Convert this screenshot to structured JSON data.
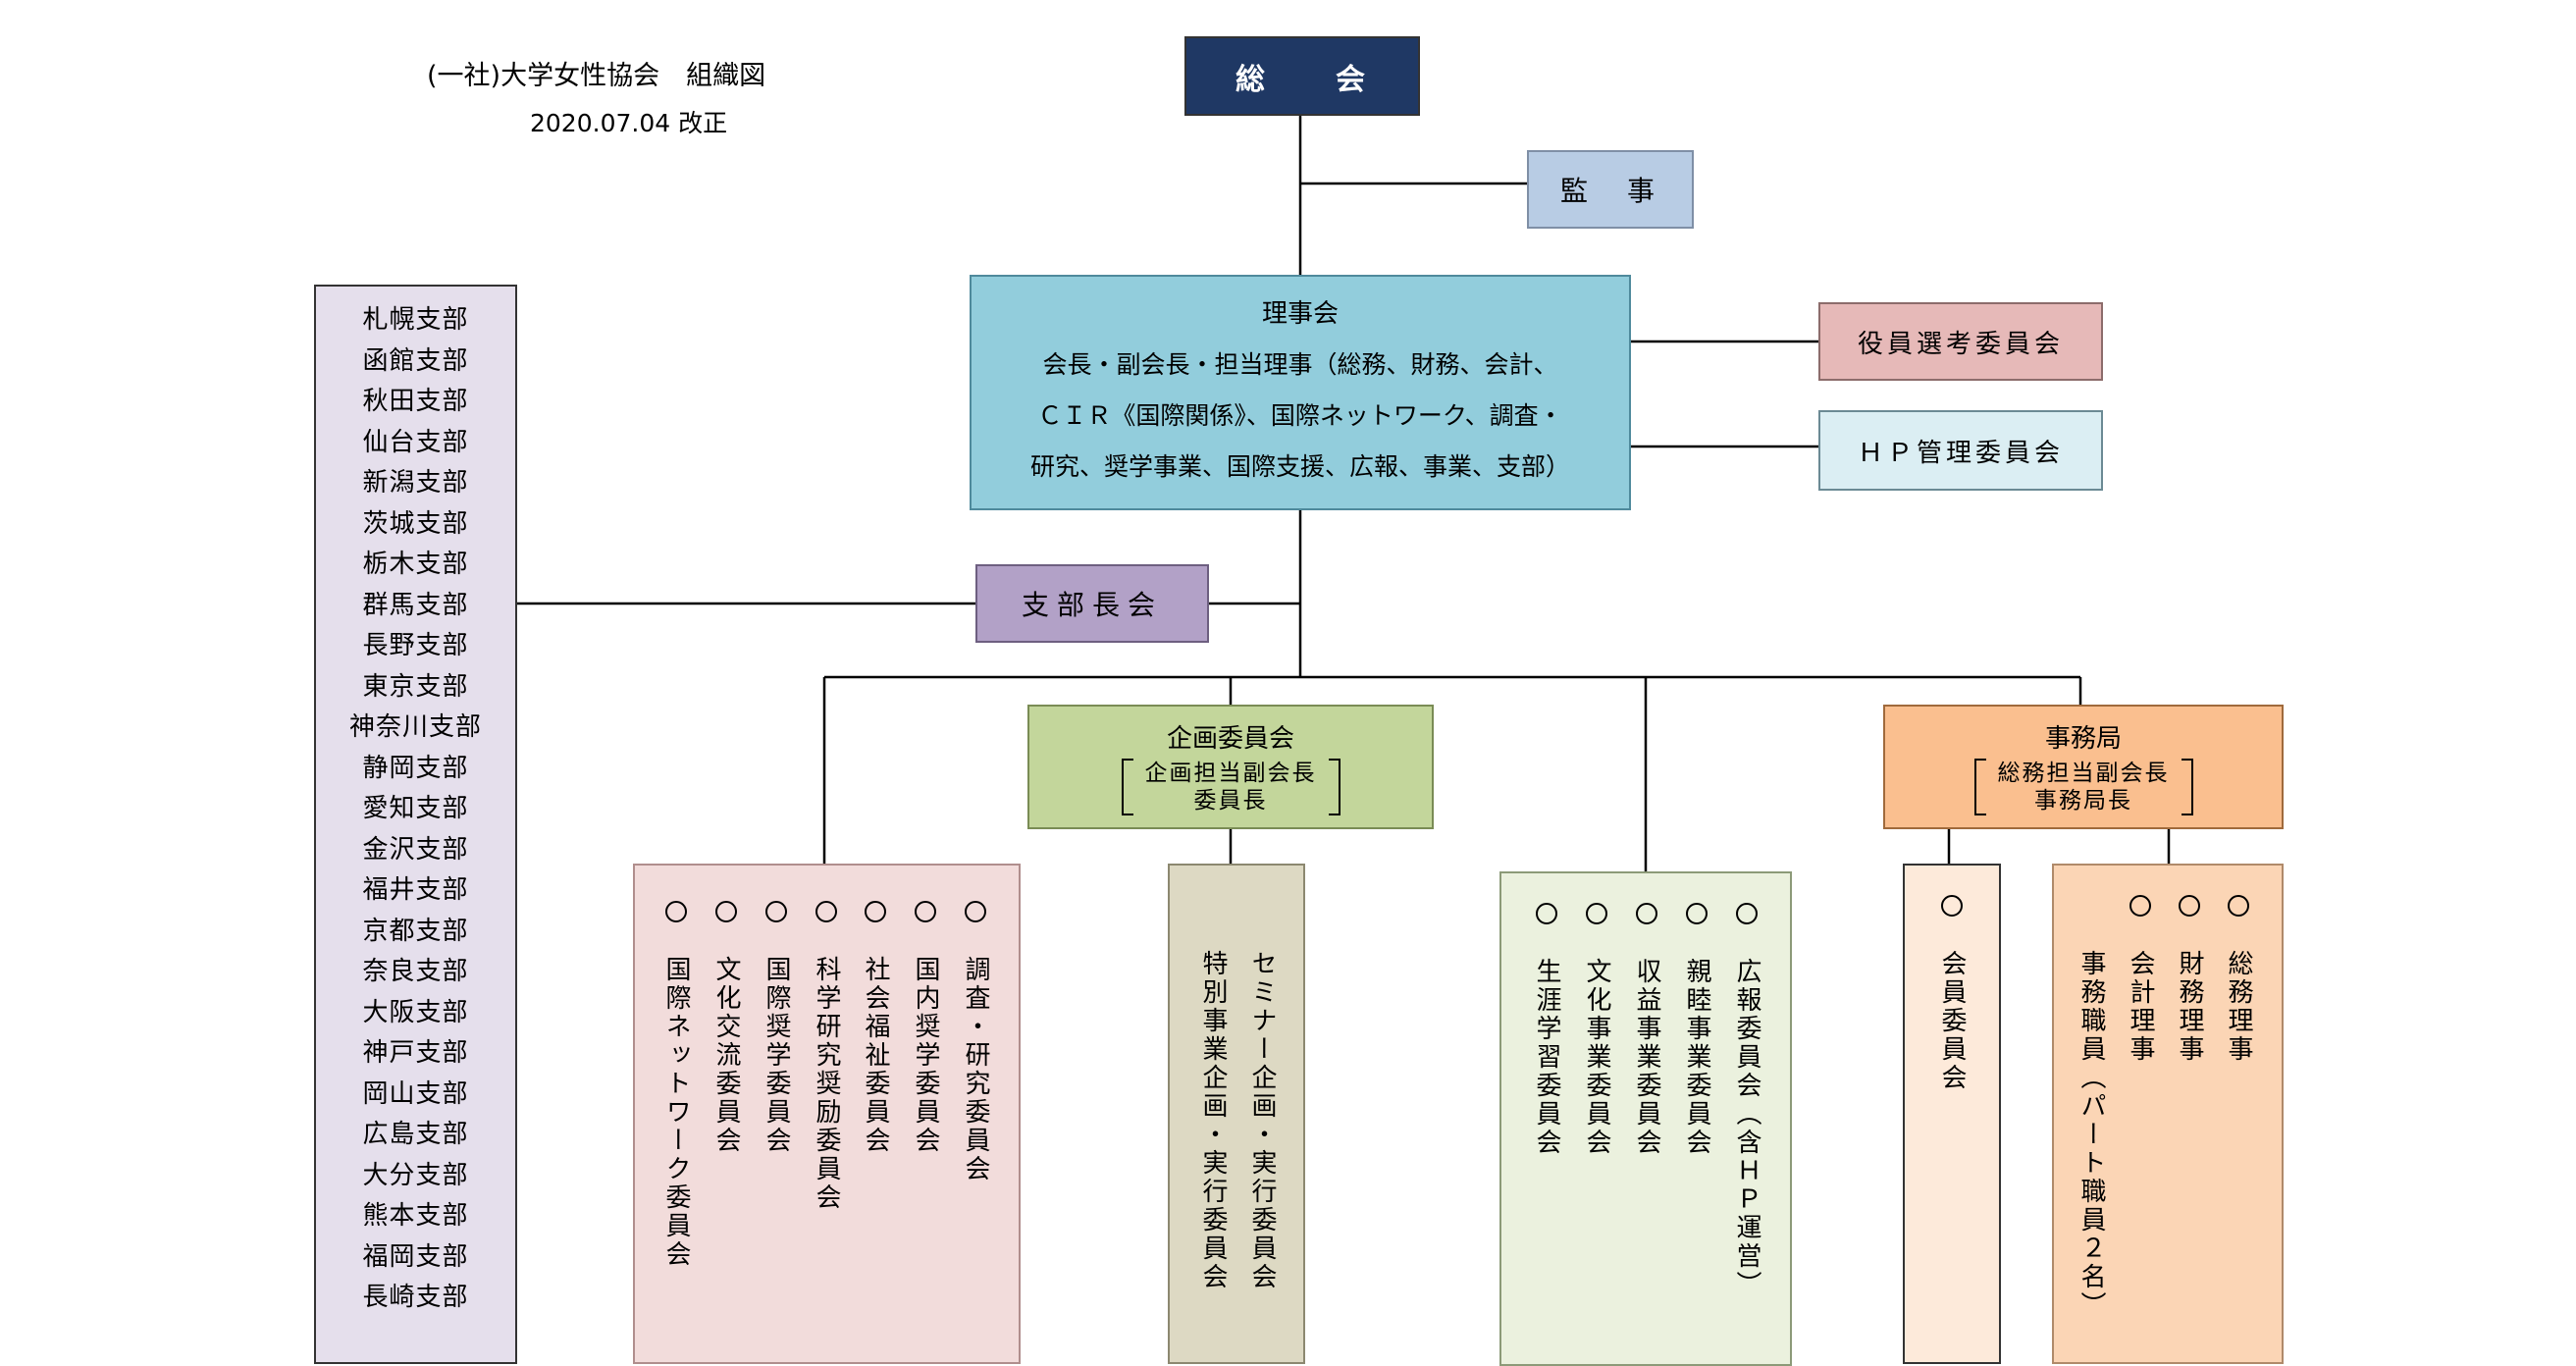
{
  "header": {
    "title": "(一社)大学女性協会　組織図",
    "revised": "2020.07.04 改正"
  },
  "general_assembly": "総　　会",
  "auditor": "監　事",
  "board": {
    "title": "理事会",
    "line1": "会長・副会長・担当理事（総務、財務、会計、",
    "line2": "ＣＩＲ《国際関係》、国際ネットワーク、調査・",
    "line3": "研究、奨学事業、国際支援、広報、事業、支部）"
  },
  "election_committee": "役員選考委員会",
  "hp_committee": "ＨＰ管理委員会",
  "branch_heads": "支部長会",
  "branches": [
    "札幌支部",
    "函館支部",
    "秋田支部",
    "仙台支部",
    "新潟支部",
    "茨城支部",
    "栃木支部",
    "群馬支部",
    "長野支部",
    "東京支部",
    "神奈川支部",
    "静岡支部",
    "愛知支部",
    "金沢支部",
    "福井支部",
    "京都支部",
    "奈良支部",
    "大阪支部",
    "神戸支部",
    "岡山支部",
    "広島支部",
    "大分支部",
    "熊本支部",
    "福岡支部",
    "長崎支部"
  ],
  "planning": {
    "title": "企画委員会",
    "sub1": "企画担当副会長",
    "sub2": "委員長"
  },
  "secretariat": {
    "title": "事務局",
    "sub1": "総務担当副会長",
    "sub2": "事務局長"
  },
  "group_a": [
    "調査・研究委員会",
    "国内奨学委員会",
    "社会福祉委員会",
    "科学研究奨励委員会",
    "国際奨学委員会",
    "文化交流委員会",
    "国際ネットワーク委員会"
  ],
  "group_b": [
    "セミナー企画・実行委員会",
    "特別事業企画・実行委員会"
  ],
  "group_c": [
    "広報委員会（含ＨＰ運営）",
    "親睦事業委員会",
    "収益事業委員会",
    "文化事業委員会",
    "生涯学習委員会"
  ],
  "group_d": [
    "会員委員会"
  ],
  "group_e": [
    "総務理事",
    "財務理事",
    "会計理事",
    "事務職員（パート職員２名）"
  ],
  "colors": {
    "assembly": "#1f3864",
    "auditor": "#b8cce4",
    "board": "#92cddc",
    "election": "#e6b9b8",
    "hp": "#dbeef3",
    "branch_heads": "#b2a1c7",
    "branches": "#e5dfec",
    "planning": "#c3d69b",
    "secretariat": "#fabf8f",
    "group_a": "#f2dcdb",
    "group_b": "#ddd9c3",
    "group_c": "#ebf1de",
    "group_d": "#fdeada",
    "group_e": "#fbd5b5"
  }
}
